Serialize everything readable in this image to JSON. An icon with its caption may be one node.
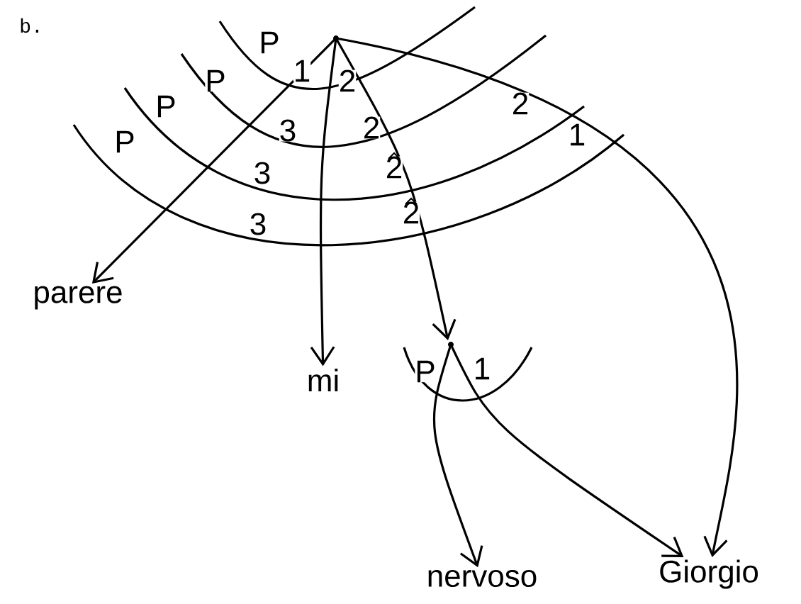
{
  "diagram": {
    "nodes": [
      {
        "text": [],
        "shape": "circle"
      },
      {
        "text": [
          "parere"
        ]
      },
      {
        "text": [
          "mi"
        ]
      },
      {
        "text": [],
        "shape": "circle"
      },
      {
        "text": [
          "nervoso"
        ]
      },
      {
        "text": [
          "Giorgio"
        ]
      }
    ],
    "edges": [
      {
        "from": 0,
        "to": 1,
        "arrow": "to"
      },
      {
        "from": 0,
        "to": 2,
        "arrow": "to"
      },
      {
        "from": 0,
        "to": 3,
        "arrow": "to"
      },
      {
        "from": 0,
        "to": 5,
        "arrow": "to"
      },
      {
        "from": 3,
        "to": 4,
        "arrow": "to"
      },
      {
        "from": 3,
        "to": 5,
        "arrow": "to"
      }
    ],
    "labels": [
      "b.",
      "P",
      "1",
      "2",
      "P",
      "P",
      "P",
      "3",
      "2",
      "2",
      "1",
      "3",
      "2",
      "3",
      "2",
      "P",
      "1"
    ]
  }
}
